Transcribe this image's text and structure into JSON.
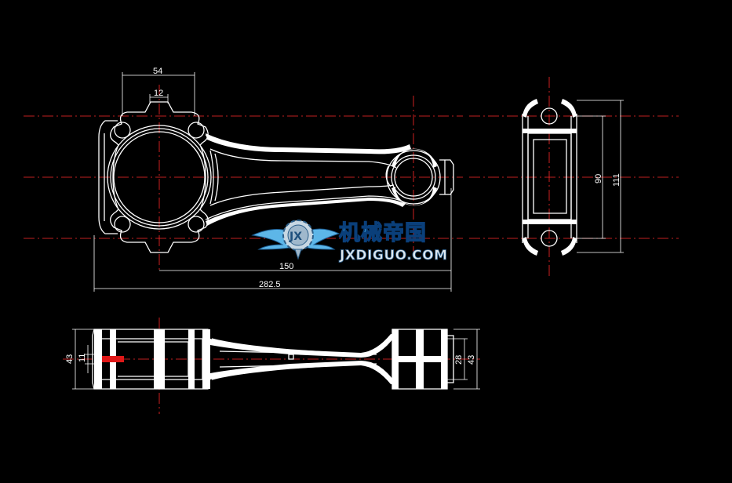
{
  "dimensions": {
    "front_width": "54",
    "front_slot": "12",
    "center_distance": "150",
    "overall_length": "282.5",
    "side_inner_height": "90",
    "side_outer_height": "111",
    "bottom_left_width": "43",
    "bottom_left_bore": "11",
    "bottom_right_inner": "28",
    "bottom_right_outer": "43"
  },
  "watermark": {
    "badge": "JX",
    "chinese": "机械帝国",
    "site": "JXDIGUO.COM"
  },
  "colors": {
    "background": "#000000",
    "geometry": "#ffffff",
    "centerline": "#ff2020",
    "watermark_blue": "#3aa7e3"
  }
}
